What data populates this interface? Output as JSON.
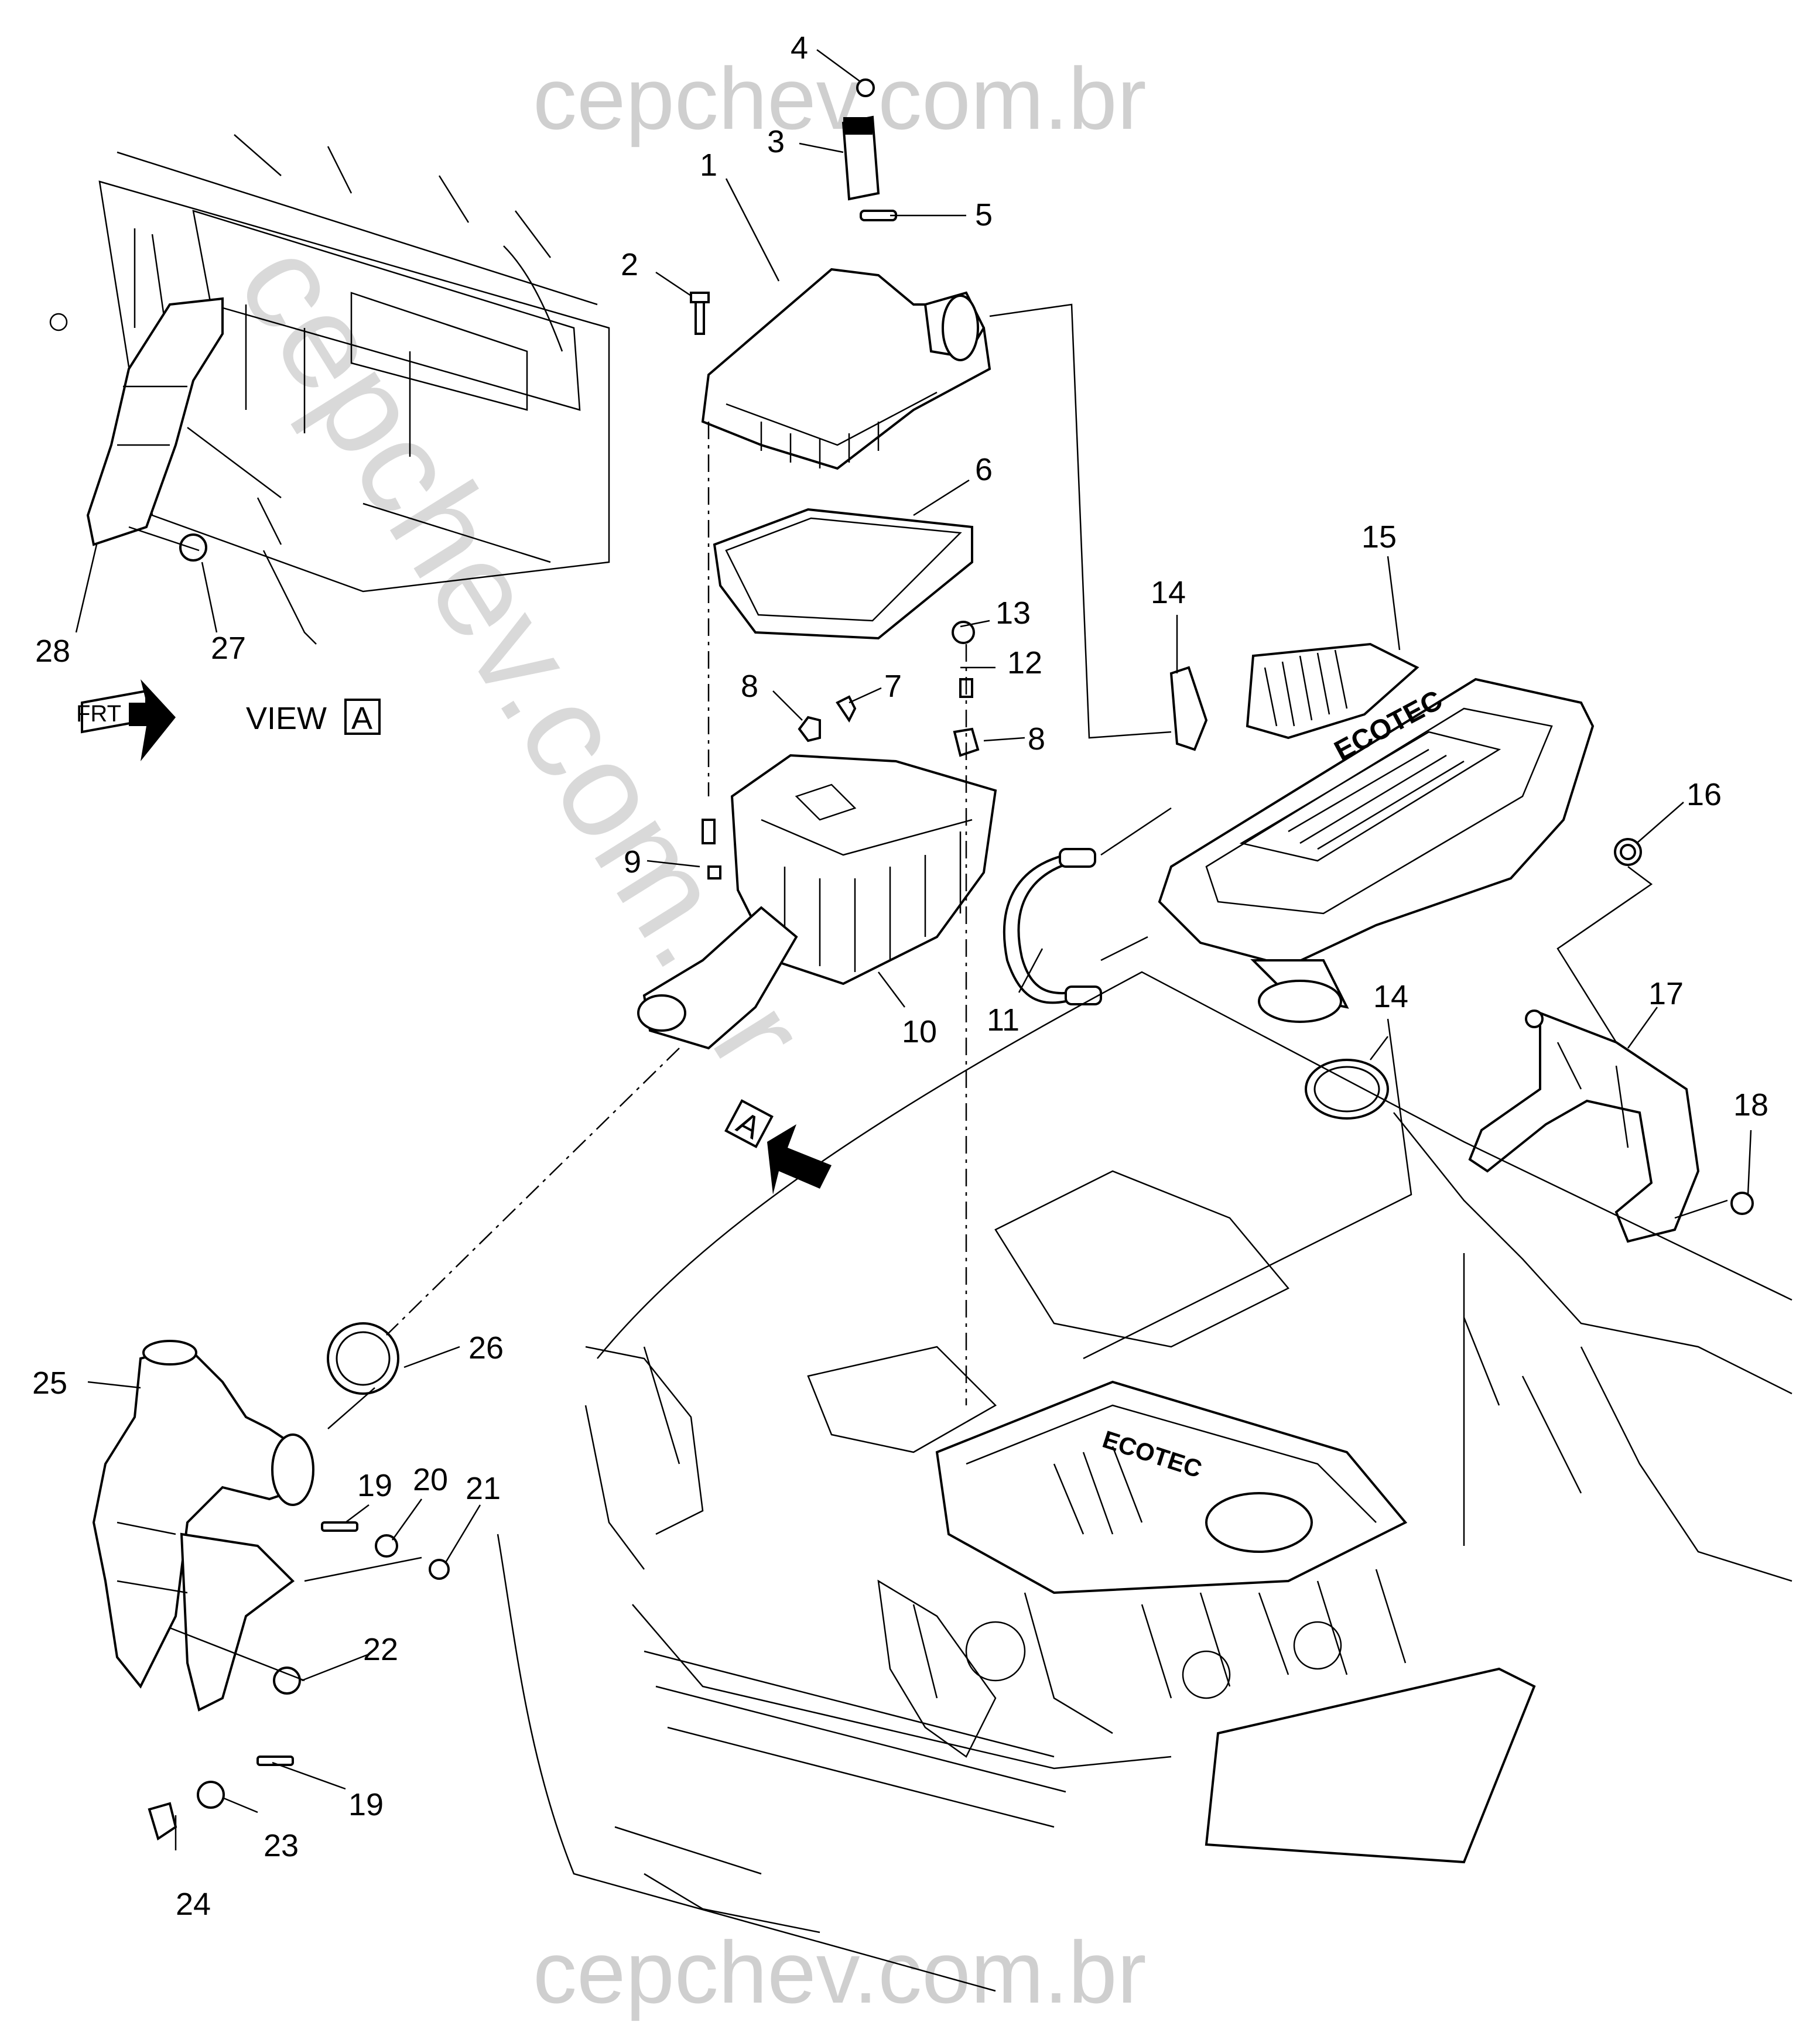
{
  "watermark": {
    "top": "cepchev.com.br",
    "bottom": "cepchev.com.br",
    "diagonal": "cepchev.com.br"
  },
  "view": {
    "label": "VIEW",
    "letter": "A",
    "arrow_letter": "A",
    "frt": "FRT"
  },
  "callouts": [
    "1",
    "2",
    "3",
    "4",
    "5",
    "6",
    "7",
    "8",
    "8",
    "9",
    "10",
    "11",
    "12",
    "13",
    "14",
    "14",
    "15",
    "16",
    "17",
    "18",
    "19",
    "19",
    "20",
    "21",
    "22",
    "23",
    "24",
    "25",
    "26",
    "27",
    "28"
  ],
  "engine_cover_text": "ECOTEC",
  "colors": {
    "line": "#000000",
    "watermark": "#cfcfcf",
    "background": "#ffffff"
  }
}
